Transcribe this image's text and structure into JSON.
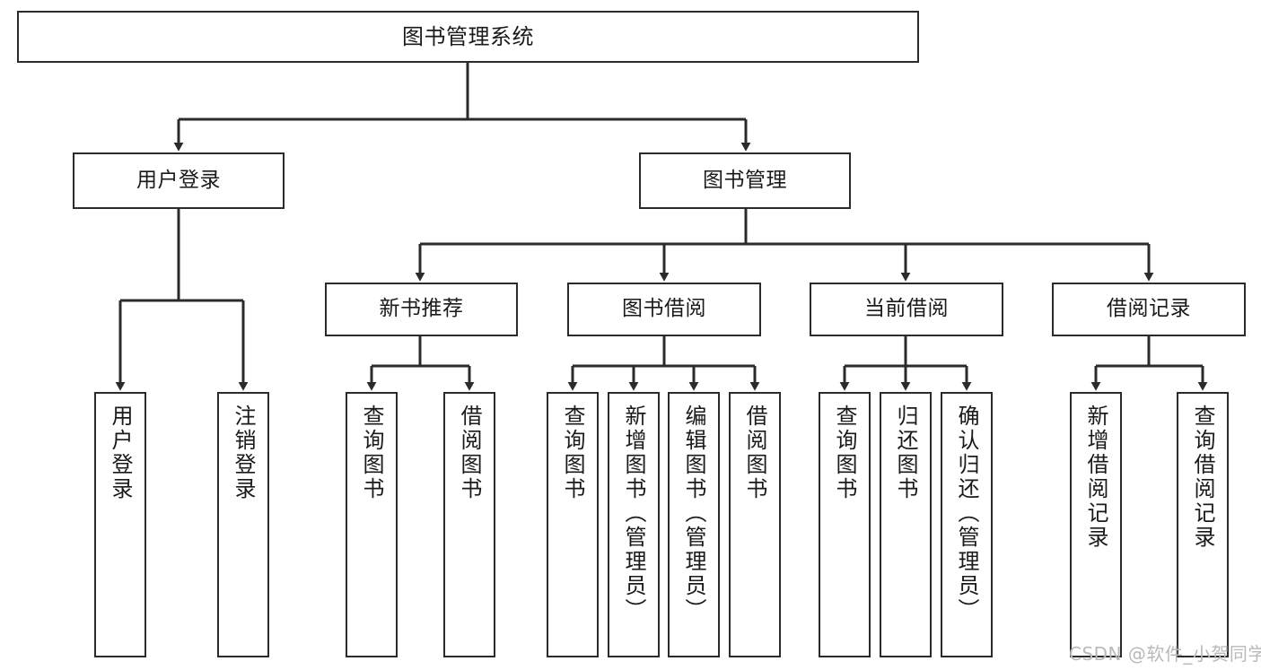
{
  "diagram": {
    "title": "图书管理系统",
    "type": "tree-hierarchy-chart",
    "stroke_color": "#2b2b2b",
    "fill_color": "#ffffff",
    "text_color": "#1a1a1a"
  },
  "nodes": {
    "root": {
      "label": "图书管理系统"
    },
    "level2": [
      {
        "id": "user-login",
        "label": "用户登录"
      },
      {
        "id": "book-management",
        "label": "图书管理"
      }
    ],
    "level3": [
      {
        "id": "new-book-recommend",
        "label": "新书推荐"
      },
      {
        "id": "book-borrow",
        "label": "图书借阅"
      },
      {
        "id": "current-borrow",
        "label": "当前借阅"
      },
      {
        "id": "borrow-record",
        "label": "借阅记录"
      }
    ],
    "leaves": {
      "user_login": [
        {
          "id": "leaf-user-login",
          "label": "用户登录"
        },
        {
          "id": "leaf-logout-login",
          "label": "注销登录"
        }
      ],
      "new_book_recommend": [
        {
          "id": "leaf-query-book-1",
          "label": "查询图书"
        },
        {
          "id": "leaf-borrow-book-1",
          "label": "借阅图书"
        }
      ],
      "book_borrow": [
        {
          "id": "leaf-query-book-2",
          "label": "查询图书"
        },
        {
          "id": "leaf-add-book",
          "label": "新增图书（管理员）"
        },
        {
          "id": "leaf-edit-book",
          "label": "编辑图书（管理员）"
        },
        {
          "id": "leaf-borrow-book-2",
          "label": "借阅图书"
        }
      ],
      "current_borrow": [
        {
          "id": "leaf-query-book-3",
          "label": "查询图书"
        },
        {
          "id": "leaf-return-book",
          "label": "归还图书"
        },
        {
          "id": "leaf-confirm-return",
          "label": "确认归还（管理员）"
        }
      ],
      "borrow_record": [
        {
          "id": "leaf-add-record",
          "label": "新增借阅记录"
        },
        {
          "id": "leaf-query-record",
          "label": "查询借阅记录"
        }
      ]
    }
  },
  "watermark": {
    "text": "CSDN @软件_小贺同学"
  }
}
